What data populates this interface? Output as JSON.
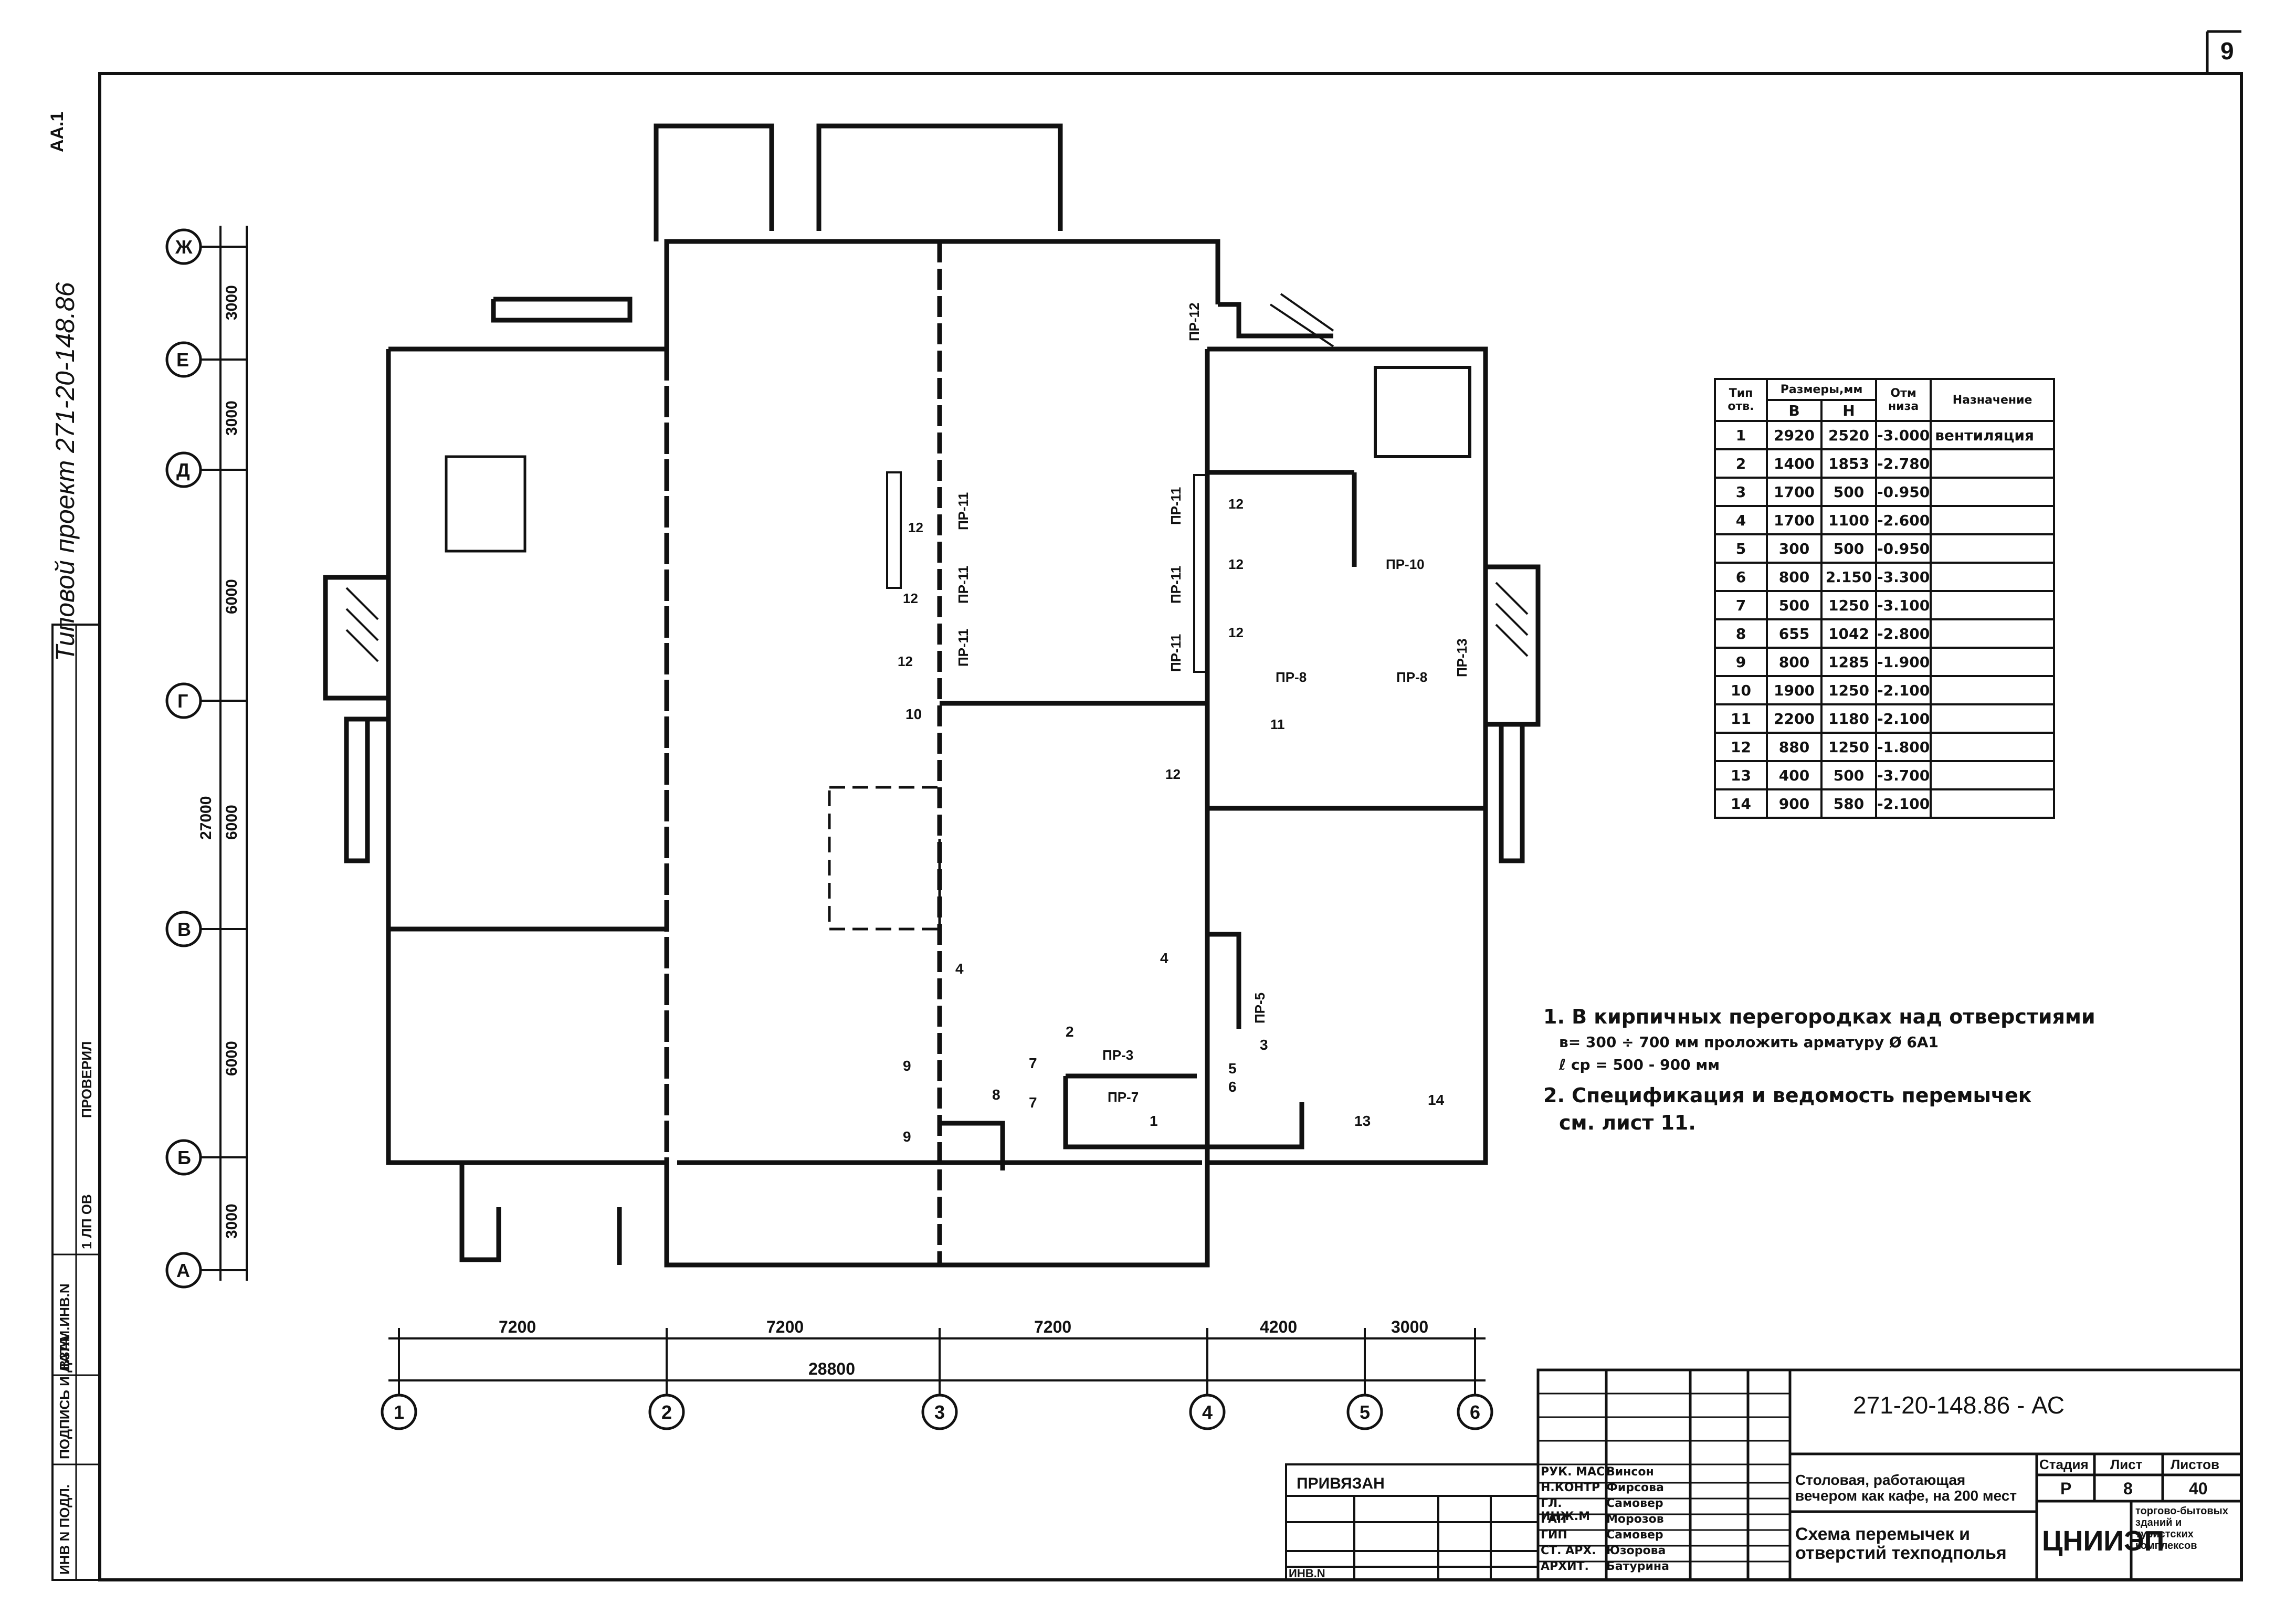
{
  "sheet_number": "9",
  "top_left_code": "AA.1",
  "side_project": "Типовой проект 271-20-148.86",
  "grid_rows": [
    "Ж",
    "Е",
    "Д",
    "Г",
    "В",
    "Б",
    "А"
  ],
  "grid_cols": [
    "1",
    "2",
    "3",
    "4",
    "5",
    "6"
  ],
  "dims_vertical": [
    "3000",
    "3000",
    "6000",
    "6000",
    "6000",
    "3000"
  ],
  "dim_vertical_total": "27000",
  "dims_horizontal": [
    "7200",
    "7200",
    "7200",
    "4200",
    "3000"
  ],
  "dim_horizontal_total": "28800",
  "plan_labels": {
    "pr11": "ПР-11",
    "pr12": "ПР-12",
    "pr10": "ПР-10",
    "pr8": "ПР-8",
    "pr13": "ПР-13",
    "pr3": "ПР-3",
    "pr7": "ПР-7",
    "pr5": "ПР-5",
    "n12": "12",
    "n11": "11",
    "n4": "4",
    "n9": "9",
    "n8": "8",
    "n7": "7",
    "n2": "2",
    "n5": "5",
    "n6": "6",
    "n3": "3",
    "n1": "1",
    "n13": "13",
    "n14": "14",
    "n10": "10"
  },
  "opening_table": {
    "header_type": "Тип отв.",
    "header_sizes": "Размеры,мм",
    "header_b": "В",
    "header_h": "Н",
    "header_otm": "Отм низа",
    "header_purpose": "Назначение",
    "rows": [
      [
        "1",
        "2920",
        "2520",
        "-3.000",
        "вентиляция"
      ],
      [
        "2",
        "1400",
        "1853",
        "-2.780",
        ""
      ],
      [
        "3",
        "1700",
        "500",
        "-0.950",
        ""
      ],
      [
        "4",
        "1700",
        "1100",
        "-2.600",
        ""
      ],
      [
        "5",
        "300",
        "500",
        "-0.950",
        ""
      ],
      [
        "6",
        "800",
        "2.150",
        "-3.300",
        ""
      ],
      [
        "7",
        "500",
        "1250",
        "-3.100",
        ""
      ],
      [
        "8",
        "655",
        "1042",
        "-2.800",
        ""
      ],
      [
        "9",
        "800",
        "1285",
        "-1.900",
        ""
      ],
      [
        "10",
        "1900",
        "1250",
        "-2.100",
        ""
      ],
      [
        "11",
        "2200",
        "1180",
        "-2.100",
        ""
      ],
      [
        "12",
        "880",
        "1250",
        "-1.800",
        ""
      ],
      [
        "13",
        "400",
        "500",
        "-3.700",
        ""
      ],
      [
        "14",
        "900",
        "580",
        "-2.100",
        ""
      ]
    ]
  },
  "notes": {
    "n1_line1": "1. В кирпичных перегородках над отверстиями",
    "n1_line2": "в= 300 ÷ 700 мм  проложить арматуру  Ø 6А1",
    "n1_line3": "ℓ ср = 500  - 900 мм",
    "n2_line1": "2. Спецификация и ведомость перемычек",
    "n2_line2": "см. лист 11."
  },
  "title_block": {
    "code": "271-20-148.86 - АС",
    "privyazan": "ПРИВЯЗАН",
    "inv": "ИНВ.N",
    "staff": [
      [
        "РУК. МАС",
        "Винсон"
      ],
      [
        "Н.КОНТР",
        "Фирсова"
      ],
      [
        "ГЛ. ИНЖ.М",
        "Самовер"
      ],
      [
        "ГАП",
        "Морозов"
      ],
      [
        "ГИП",
        "Самовер"
      ],
      [
        "СТ. АРХ.",
        "Юзорова"
      ],
      [
        "АРХИТ.",
        "Батурина"
      ]
    ],
    "object_name": "Столовая, работающая вечером как кафе, на 200 мест",
    "sheet_title": "Схема перемычек и отверстий техподполья",
    "stage_label": "Стадия",
    "sheet_label": "Лист",
    "sheets_label": "Листов",
    "stage": "Р",
    "sheet": "8",
    "sheets": "40",
    "org": "ЦНИИЭП",
    "org_sub": "торгово-бытовых зданий и туристских комплексов"
  },
  "left_strip": [
    "ИНВ N ПОДЛ.",
    "ПОДПИСЬ И ДАТА",
    "ВЗАМ.ИНВ.N",
    "ПРОВЕРИЛ",
    "1 ЛП ОВ"
  ]
}
